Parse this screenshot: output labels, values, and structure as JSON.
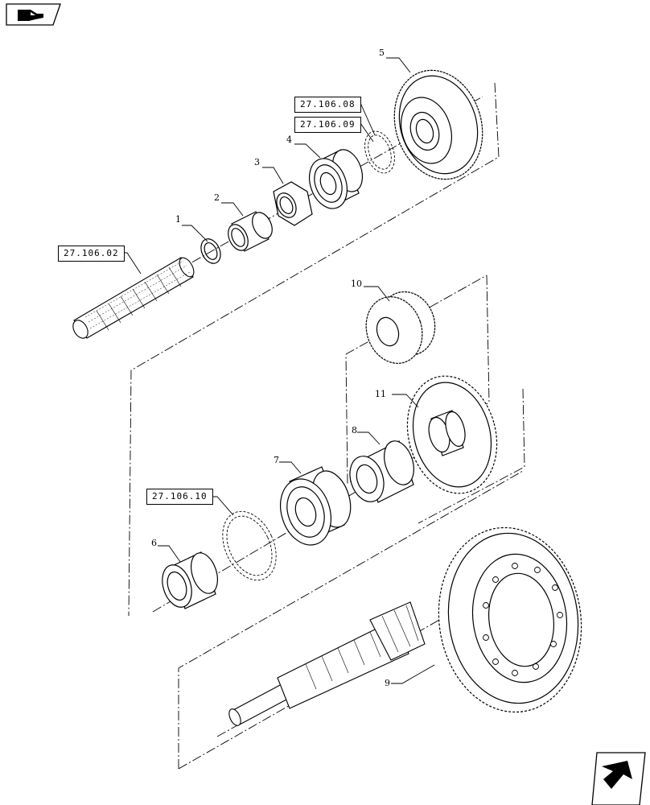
{
  "ref_boxes": [
    "27.106.08",
    "27.106.09",
    "27.106.02",
    "27.106.10"
  ],
  "callouts": [
    "1",
    "2",
    "3",
    "4",
    "5",
    "6",
    "7",
    "8",
    "9",
    "10",
    "11"
  ],
  "icons": {
    "top_left": "hand-pointer-icon",
    "bottom_right": "arrow-previous-icon"
  }
}
